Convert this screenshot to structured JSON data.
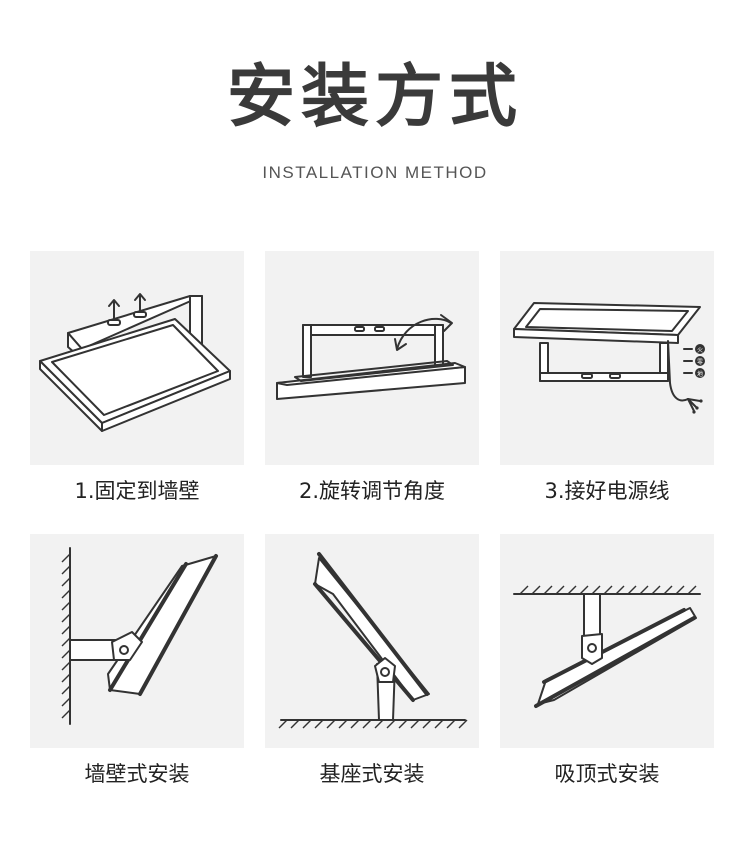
{
  "header": {
    "title": "安装方式",
    "subtitle": "INSTALLATION METHOD"
  },
  "steps": [
    {
      "label": "1.固定到墙壁"
    },
    {
      "label": "2.旋转调节角度"
    },
    {
      "label": "3.接好电源线"
    }
  ],
  "mounts": [
    {
      "label": "墙壁式安装"
    },
    {
      "label": "基座式安装"
    },
    {
      "label": "吸顶式安装"
    }
  ],
  "wire_labels": [
    "火",
    "零",
    "地"
  ]
}
